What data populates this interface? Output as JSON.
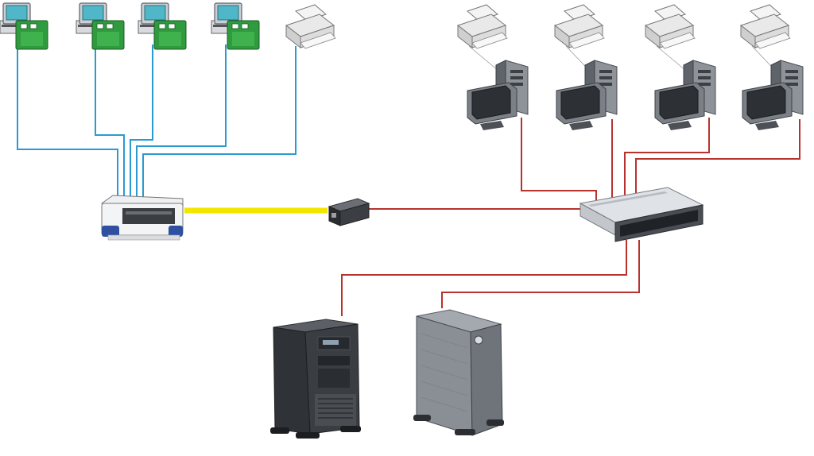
{
  "diagram": {
    "colors": {
      "background": "#ffffff",
      "serial_cable": "#2a9ad0",
      "ethernet_cable": "#b8322e",
      "fiber_cable": "#f2e600",
      "terminal_screen": "#4fb7c8",
      "terminal_green": "#2f9a3e",
      "server_dark": "#3a3d42",
      "server_gray": "#8a8f96"
    },
    "nodes": [
      {
        "id": "terminal-1",
        "icon": "terminal-icon"
      },
      {
        "id": "terminal-2",
        "icon": "terminal-icon"
      },
      {
        "id": "terminal-3",
        "icon": "terminal-icon"
      },
      {
        "id": "terminal-4",
        "icon": "terminal-icon"
      },
      {
        "id": "serial-printer",
        "icon": "printer-icon"
      },
      {
        "id": "multiport-server",
        "icon": "serial-server-icon"
      },
      {
        "id": "media-converter",
        "icon": "media-converter-icon"
      },
      {
        "id": "network-switch",
        "icon": "ethernet-switch-icon"
      },
      {
        "id": "workstation-1",
        "icon": "pc-icon"
      },
      {
        "id": "workstation-2",
        "icon": "pc-icon"
      },
      {
        "id": "workstation-3",
        "icon": "pc-icon"
      },
      {
        "id": "workstation-4",
        "icon": "pc-icon"
      },
      {
        "id": "network-printer-1",
        "icon": "printer-icon"
      },
      {
        "id": "network-printer-2",
        "icon": "printer-icon"
      },
      {
        "id": "network-printer-3",
        "icon": "printer-icon"
      },
      {
        "id": "network-printer-4",
        "icon": "printer-icon"
      },
      {
        "id": "tower-server-1",
        "icon": "tower-server-icon"
      },
      {
        "id": "tower-server-2",
        "icon": "tower-server-icon"
      }
    ],
    "links": [
      {
        "from": "terminal-1",
        "to": "multiport-server",
        "type": "serial"
      },
      {
        "from": "terminal-2",
        "to": "multiport-server",
        "type": "serial"
      },
      {
        "from": "terminal-3",
        "to": "multiport-server",
        "type": "serial"
      },
      {
        "from": "terminal-4",
        "to": "multiport-server",
        "type": "serial"
      },
      {
        "from": "serial-printer",
        "to": "multiport-server",
        "type": "serial"
      },
      {
        "from": "multiport-server",
        "to": "media-converter",
        "type": "fiber"
      },
      {
        "from": "media-converter",
        "to": "network-switch",
        "type": "ethernet"
      },
      {
        "from": "workstation-1",
        "to": "network-switch",
        "type": "ethernet"
      },
      {
        "from": "workstation-2",
        "to": "network-switch",
        "type": "ethernet"
      },
      {
        "from": "workstation-3",
        "to": "network-switch",
        "type": "ethernet"
      },
      {
        "from": "workstation-4",
        "to": "network-switch",
        "type": "ethernet"
      },
      {
        "from": "tower-server-1",
        "to": "network-switch",
        "type": "ethernet"
      },
      {
        "from": "tower-server-2",
        "to": "network-switch",
        "type": "ethernet"
      },
      {
        "from": "network-printer-1",
        "to": "workstation-1",
        "type": "local"
      },
      {
        "from": "network-printer-2",
        "to": "workstation-2",
        "type": "local"
      },
      {
        "from": "network-printer-3",
        "to": "workstation-3",
        "type": "local"
      },
      {
        "from": "network-printer-4",
        "to": "workstation-4",
        "type": "local"
      }
    ]
  }
}
